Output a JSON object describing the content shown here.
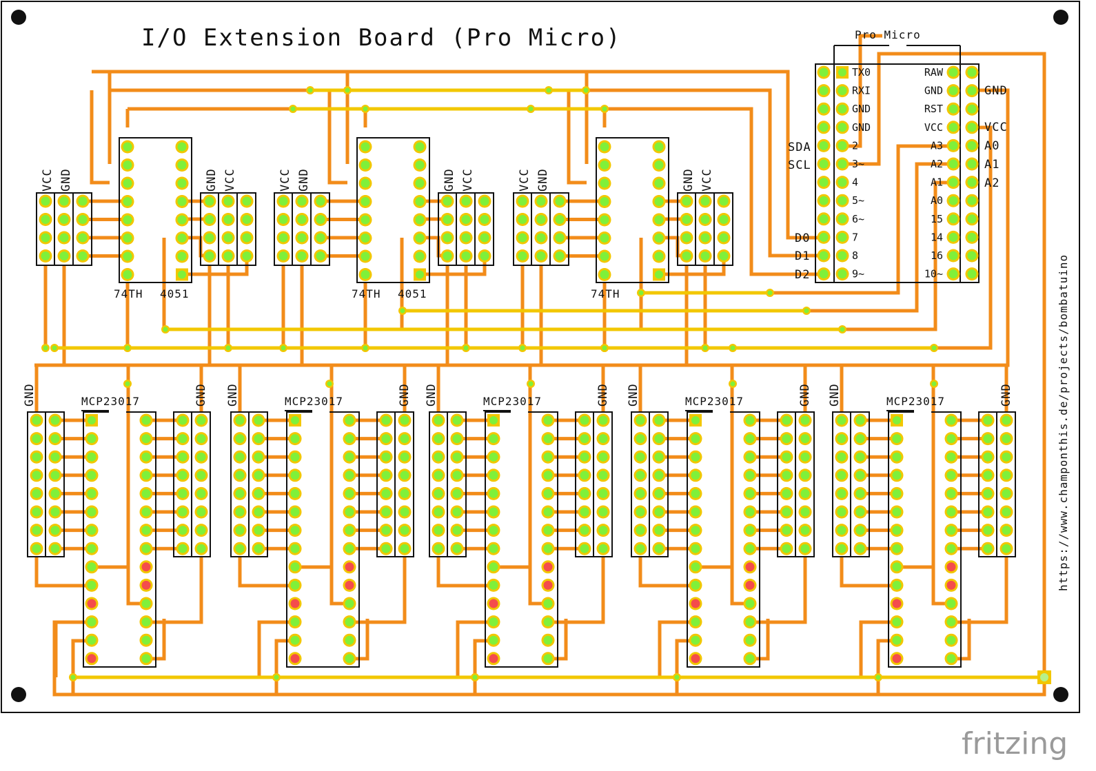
{
  "board": {
    "title": "I/O Extension Board (Pro Micro)",
    "url": "https://www.champonthis.de/projects/bombatuino",
    "watermark": "fritzing"
  },
  "pro_micro": {
    "name": "Pro Micro",
    "left_pins": [
      "TX0",
      "RXI",
      "GND",
      "GND",
      "2",
      "3~",
      "4",
      "5~",
      "6~",
      "7",
      "8",
      "9~"
    ],
    "right_pins": [
      "RAW",
      "GND",
      "RST",
      "VCC",
      "A3",
      "A2",
      "A1",
      "A0",
      "15",
      "14",
      "16",
      "10~"
    ],
    "outer_left_labels": {
      "sda": "SDA",
      "scl": "SCL",
      "d0": "D0",
      "d1": "D1",
      "d2": "D2"
    },
    "outer_right_labels": {
      "gnd": "GND",
      "vcc": "VCC",
      "a0": "A0",
      "a1": "A1",
      "a2": "A2"
    }
  },
  "muxes": [
    {
      "label_a": "74TH",
      "label_b": "4051",
      "vcc": "VCC",
      "gnd": "GND"
    },
    {
      "label_a": "74TH",
      "label_b": "4051",
      "vcc": "VCC",
      "gnd": "GND"
    },
    {
      "label_a": "74TH",
      "label_b": "",
      "vcc": "VCC",
      "gnd": "GND"
    }
  ],
  "expanders": [
    {
      "label": "MCP23017",
      "gnd": "GND"
    },
    {
      "label": "MCP23017",
      "gnd": "GND"
    },
    {
      "label": "MCP23017",
      "gnd": "GND"
    },
    {
      "label": "MCP23017",
      "gnd": "GND"
    },
    {
      "label": "MCP23017",
      "gnd": "GND"
    }
  ],
  "colors": {
    "trace_bottom": "#f28c1a",
    "trace_top": "#f2c700",
    "pad": "#7ff03a",
    "pad_ring": "#f2c700",
    "pad_warn": "#f44c4c",
    "outline": "#111111"
  }
}
